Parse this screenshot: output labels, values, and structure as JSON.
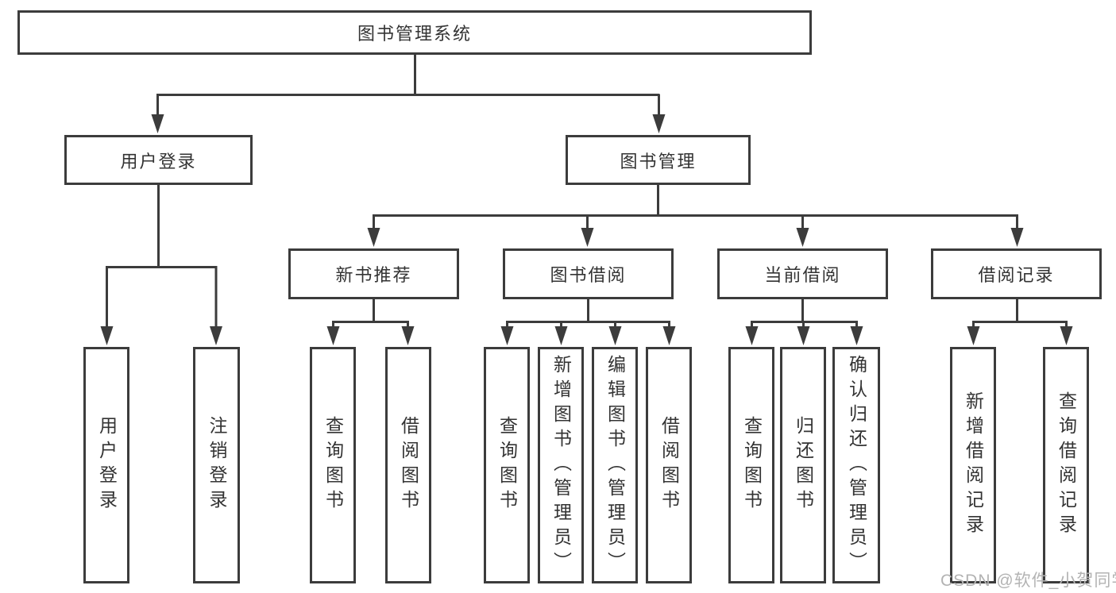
{
  "diagram": {
    "title_node": {
      "label": "图书管理系统"
    },
    "level2": [
      {
        "id": "user-login",
        "label": "用户登录"
      },
      {
        "id": "book-management",
        "label": "图书管理"
      }
    ],
    "level3": [
      {
        "id": "new-book-recommend",
        "label": "新书推荐"
      },
      {
        "id": "book-borrow",
        "label": "图书借阅"
      },
      {
        "id": "current-borrow",
        "label": "当前借阅"
      },
      {
        "id": "borrow-records",
        "label": "借阅记录"
      }
    ],
    "level4": [
      {
        "id": "user-login-leaf",
        "parent": "user-login",
        "label": "用户登录"
      },
      {
        "id": "logout",
        "parent": "user-login",
        "label": "注销登录"
      },
      {
        "id": "query-books-1",
        "parent": "new-book-recommend",
        "label": "查询图书"
      },
      {
        "id": "borrow-books-1",
        "parent": "new-book-recommend",
        "label": "借阅图书"
      },
      {
        "id": "query-books-2",
        "parent": "book-borrow",
        "label": "查询图书"
      },
      {
        "id": "add-book-admin",
        "parent": "book-borrow",
        "label": "新增图书（管理员）"
      },
      {
        "id": "edit-book-admin",
        "parent": "book-borrow",
        "label": "编辑图书（管理员）"
      },
      {
        "id": "borrow-books-2",
        "parent": "book-borrow",
        "label": "借阅图书"
      },
      {
        "id": "query-books-3",
        "parent": "current-borrow",
        "label": "查询图书"
      },
      {
        "id": "return-book",
        "parent": "current-borrow",
        "label": "归还图书"
      },
      {
        "id": "confirm-return-admin",
        "parent": "current-borrow",
        "label": "确认归还（管理员）"
      },
      {
        "id": "add-borrow-record",
        "parent": "borrow-records",
        "label": "新增借阅记录"
      },
      {
        "id": "query-borrow-record",
        "parent": "borrow-records",
        "label": "查询借阅记录"
      }
    ]
  },
  "watermark": {
    "text": "CSDN @软件_小贺同学"
  },
  "colors": {
    "line": "#3c3c3c",
    "text": "#333333",
    "watermark": "#b3b3b3",
    "bg": "#ffffff"
  }
}
